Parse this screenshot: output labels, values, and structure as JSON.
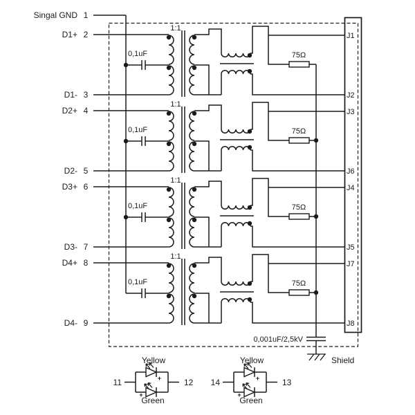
{
  "colors": {
    "ink": "#1a1a1a",
    "background": "#ffffff"
  },
  "left_pins": [
    {
      "label": "Singal GND",
      "pin": "1"
    },
    {
      "label": "D1+",
      "pin": "2"
    },
    {
      "label": "D1-",
      "pin": "3"
    },
    {
      "label": "D2+",
      "pin": "4"
    },
    {
      "label": "D2-",
      "pin": "5"
    },
    {
      "label": "D3+",
      "pin": "6"
    },
    {
      "label": "D3-",
      "pin": "7"
    },
    {
      "label": "D4+",
      "pin": "8"
    },
    {
      "label": "D4-",
      "pin": "9"
    }
  ],
  "right_ports": [
    {
      "label": "J1"
    },
    {
      "label": "J2"
    },
    {
      "label": "J3"
    },
    {
      "label": "J6"
    },
    {
      "label": "J4"
    },
    {
      "label": "J5"
    },
    {
      "label": "J7"
    },
    {
      "label": "J8"
    }
  ],
  "components": {
    "transformer_ratio": "1:1",
    "coupling_cap": "0,1uF",
    "termination_resistor": "75Ω",
    "hv_cap": "0,001uF/2,5kV",
    "shield": "Shield",
    "polarity_mark": "+"
  },
  "led_groups": [
    {
      "left_pin": "11",
      "right_pin": "12",
      "top_color": "Yellow",
      "bottom_color": "Green"
    },
    {
      "left_pin": "14",
      "right_pin": "13",
      "top_color": "Yellow",
      "bottom_color": "Green"
    }
  ]
}
